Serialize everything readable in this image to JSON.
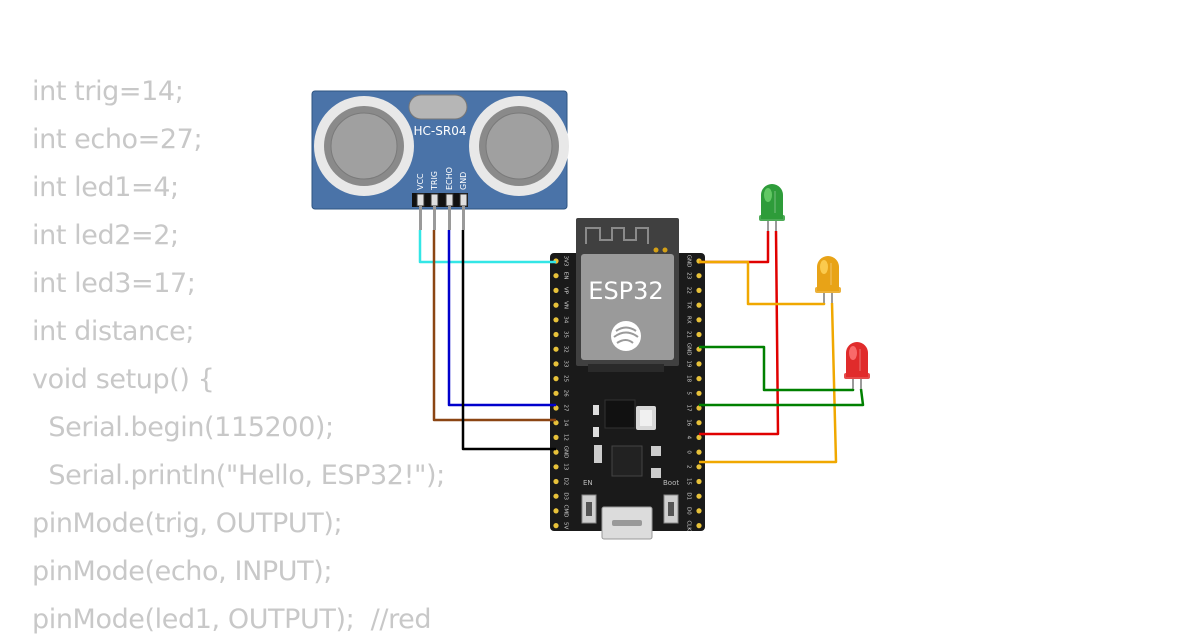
{
  "code_lines": [
    "int trig=14;",
    "int echo=27;",
    "int led1=4;",
    "int led2=2;",
    "int led3=17;",
    "int distance;",
    "void setup() {",
    "  Serial.begin(115200);",
    "  Serial.println(\"Hello, ESP32!\");",
    "pinMode(trig, OUTPUT);",
    "pinMode(echo, INPUT);",
    "pinMode(led1, OUTPUT);  //red"
  ],
  "sensor": {
    "label": "HC-SR04",
    "pins": [
      "VCC",
      "TRIG",
      "ECHO",
      "GND"
    ]
  },
  "board": {
    "label": "ESP32",
    "en_label": "EN",
    "boot_label": "Boot",
    "left_pins": [
      "3V3",
      "EN",
      "VP",
      "VN",
      "34",
      "35",
      "32",
      "33",
      "25",
      "26",
      "27",
      "14",
      "12",
      "GND",
      "13",
      "D2",
      "D3",
      "CMD",
      "5V"
    ],
    "right_pins": [
      "GND",
      "23",
      "22",
      "TX",
      "RX",
      "21",
      "GND",
      "19",
      "18",
      "5",
      "17",
      "16",
      "4",
      "0",
      "2",
      "15",
      "D1",
      "D0",
      "CLK"
    ]
  },
  "leds": [
    {
      "name": "green",
      "color": "#2e9c3a",
      "light": "#6fd36f"
    },
    {
      "name": "yellow",
      "color": "#e8a317",
      "light": "#ffd45c"
    },
    {
      "name": "red",
      "color": "#e02b2b",
      "light": "#ff7a7a"
    }
  ],
  "wire_colors": {
    "vcc": "#33e6e6",
    "trig": "#8b4513",
    "echo": "#0000cc",
    "gnd": "#000000",
    "led_green": "#e00000",
    "led_yellow": "#f0a800",
    "led_red": "#008000"
  }
}
